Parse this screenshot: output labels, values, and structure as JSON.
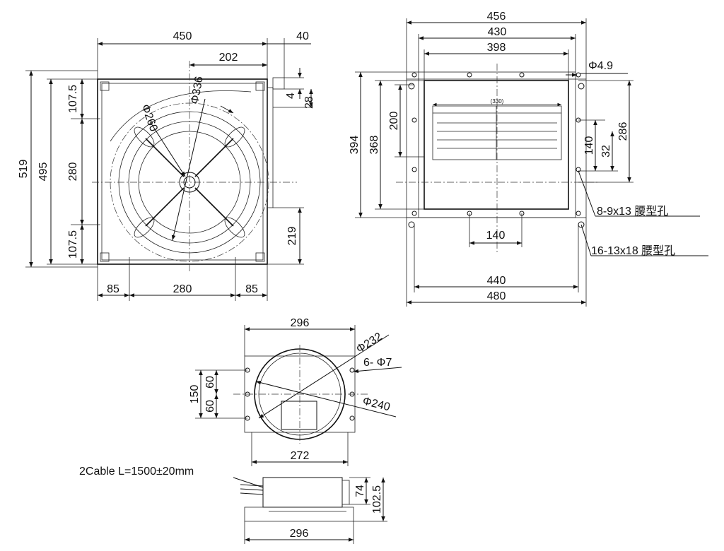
{
  "front_view": {
    "dims": {
      "width_450": "450",
      "flange_40": "40",
      "offset_202": "202",
      "dia_336": "Φ336",
      "dia_260": "Φ260",
      "d4": "4",
      "d28": "28",
      "h519": "519",
      "h495": "495",
      "v107a": "107.5",
      "v280": "280",
      "v107b": "107.5",
      "v219": "219",
      "b85a": "85",
      "b280": "280",
      "b85b": "85"
    }
  },
  "side_view": {
    "dims": {
      "w456": "456",
      "w430": "430",
      "w398": "398",
      "hole_49": "Φ4.9",
      "h394": "394",
      "h368": "368",
      "h200": "200",
      "h286": "286",
      "h140": "140",
      "h32": "32",
      "inner_330": "(330)",
      "w140": "140",
      "w440": "440",
      "w480": "480"
    },
    "notes": {
      "slots_a": "8-9x13 腰型孔",
      "slots_b": "16-13x18 腰型孔"
    }
  },
  "motor_view": {
    "dims": {
      "w296": "296",
      "dia_232": "Φ232",
      "holes_6": "6- Φ7",
      "dia_240": "Φ240",
      "h150": "150",
      "h60a": "60",
      "h60b": "60",
      "w272": "272"
    }
  },
  "cable_view": {
    "cable_note": "2Cable L=1500±20mm",
    "dims": {
      "h74": "74",
      "h1025": "102.5",
      "w296": "296"
    }
  }
}
